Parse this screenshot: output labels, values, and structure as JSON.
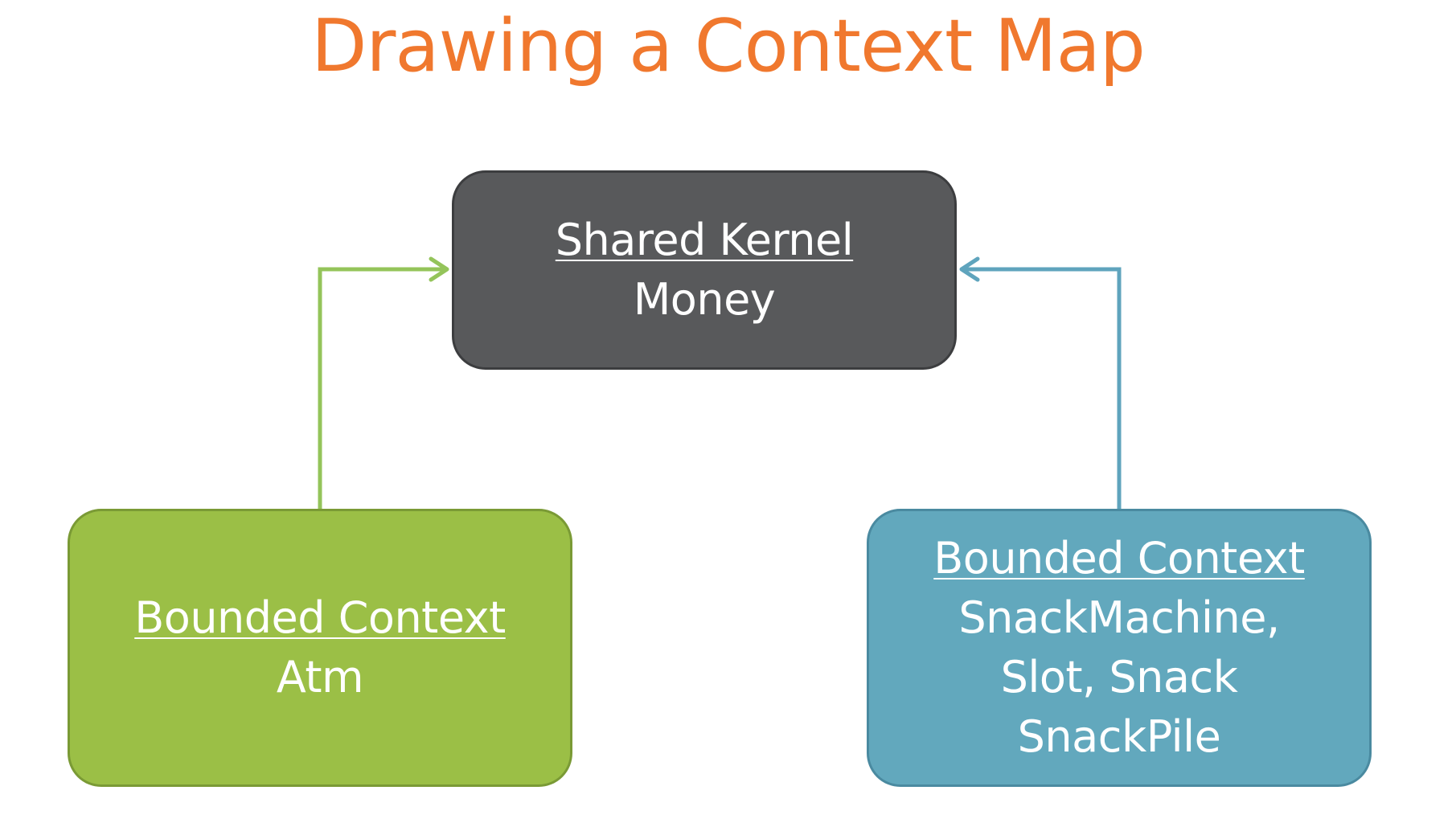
{
  "title": "Drawing a Context Map",
  "colors": {
    "title": "#f0782e",
    "kernel_fill": "#58595b",
    "kernel_border": "#3c3d3f",
    "atm_fill": "#9bbf46",
    "atm_border": "#7a9a35",
    "atm_arrow": "#94c45a",
    "snack_fill": "#62a8bd",
    "snack_border": "#4a8aa0",
    "snack_arrow": "#5fa4bd"
  },
  "nodes": {
    "kernel": {
      "heading": "Shared Kernel",
      "lines": [
        "Money"
      ]
    },
    "atm": {
      "heading": "Bounded Context",
      "lines": [
        "Atm"
      ]
    },
    "snack": {
      "heading": "Bounded Context",
      "lines": [
        "SnackMachine,",
        "Slot, Snack",
        "SnackPile"
      ]
    }
  },
  "edges": [
    {
      "from": "Bounded Context Atm",
      "to": "Shared Kernel"
    },
    {
      "from": "Bounded Context SnackMachine",
      "to": "Shared Kernel"
    }
  ]
}
